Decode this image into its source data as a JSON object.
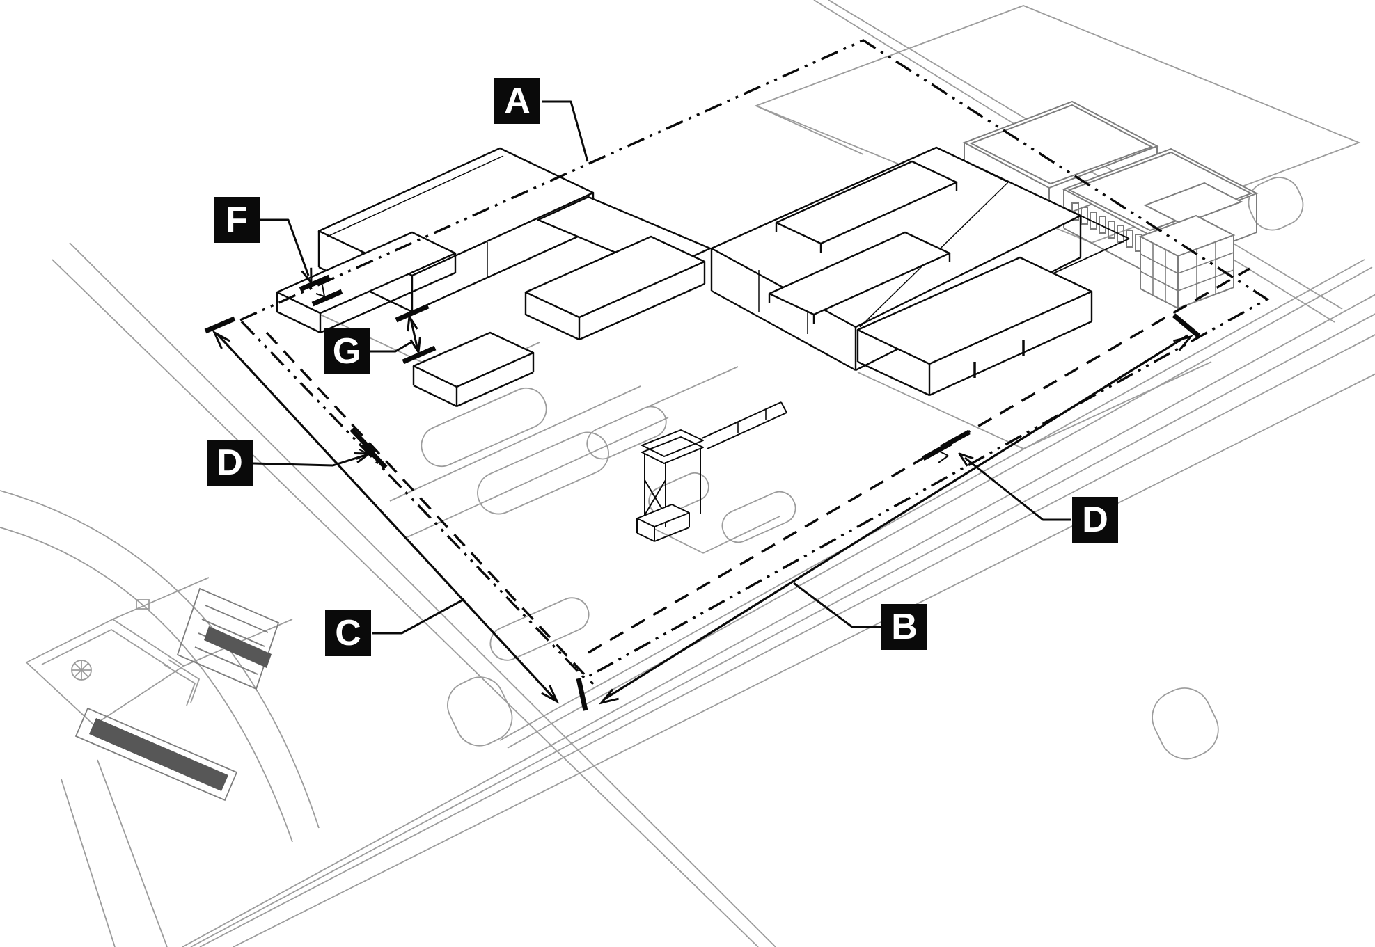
{
  "figure": {
    "kind": "axonometric-site-plan-diagram",
    "background": "#ffffff"
  },
  "colors": {
    "ink": "#0a0a0a",
    "context_light": "#9c9c9c",
    "context_mid": "#7d7d7d",
    "context_dark_fill": "#575757",
    "label_bg": "#0a0a0a",
    "label_text": "#ffffff"
  },
  "callouts": [
    {
      "id": "callout-a",
      "letter": "A"
    },
    {
      "id": "callout-f",
      "letter": "F"
    },
    {
      "id": "callout-g",
      "letter": "G"
    },
    {
      "id": "callout-d-left",
      "letter": "D"
    },
    {
      "id": "callout-c",
      "letter": "C"
    },
    {
      "id": "callout-b",
      "letter": "B"
    },
    {
      "id": "callout-d-right",
      "letter": "D"
    }
  ]
}
